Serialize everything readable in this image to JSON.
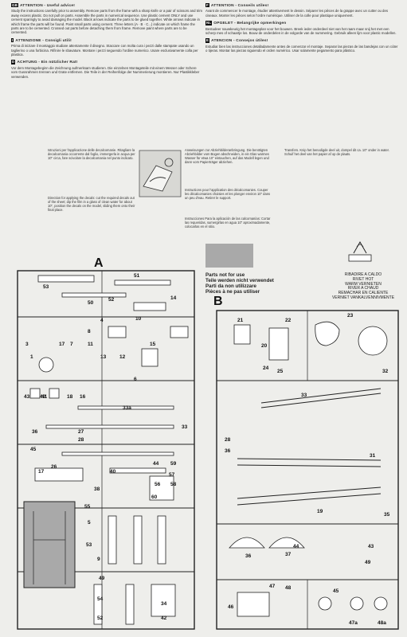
{
  "sections_top": [
    {
      "flag": "GB",
      "title": "ATTENTION - Useful advice!",
      "body": "Study the instructions carefully prior to assembly. Remove parts from the frame with a sharp knife or a pair of scissors and trim away excess plastic. Do not pull on parts. Assemble the parts in numerical sequence. Use plastic cement ONLY and use cement sparingly to avoid damaging the model. Black arrows indicate the parts to be glued together. White arrows indicate in which frame the parts will be found. Paint small parts using cement. Three letters (A · B · C...) indicate on which frame the parts are to be cemented. Crossed out parts before detaching them from frame. Remove paint where parts are to be cemented."
    },
    {
      "flag": "I",
      "title": "ATTENZIONE - Consigli utili!",
      "body": "Prima di iniziare il montaggio studiare attentamente il disegno. Staccare con molta cura i pezzi dalle stampate usando un taglierino o una forbicina. Rifinire le sbavature. Montare i pezzi seguendo l'ordine numerico. Usare esclusivamente colla per plastica."
    },
    {
      "flag": "D",
      "title": "ACHTUNG - Ein nützlicher Rat!",
      "body": "Vor dem Montagebeginn die Zeichnung aufmerksam studieren. Die einzelnen Montageteile mit einem Messer oder Schere vom Gussrahmen trennen und Grate entfernen. Die Teile in der Reihenfolge der Nummerierung montieren. Nur Plastikkleber verwenden."
    },
    {
      "flag": "F",
      "title": "ATTENTION - Conseils utiles!",
      "body": "Avant de commencer le montage, étudier attentivement le dessin. Séparer les pièces de la grappe avec un cutter ou des ciseaux. Monter les pièces selon l'ordre numérique. Utiliser de la colle pour plastique uniquement."
    },
    {
      "flag": "NL",
      "title": "OPGELET - Belangrijke opmerkingen",
      "body": "Bestudeer nauwkeurig het montageplan voor het bouwen. Breek ieder onderdeel niet van het raam maar snij het met een scherp mes of schaartje los. Bouw de onderdelen in de volgorde van de nummering. Gebruik alleen lijm voor plastic modellen."
    },
    {
      "flag": "E",
      "title": "ATENCION - Consejos útiles!",
      "body": "Estudiar bien las instrucciones detalladamente antes de comenzar el montaje. Separar las piezas de las bandejas con un cúter o tijeras. Montar las piezas siguiendo el orden numérico. Usar solamente pegamento para plástico."
    }
  ],
  "decal_sections": [
    {
      "lang": "I",
      "text": "Istruzioni per l'applicazione delle decalcomanie. Ritagliare la decalcomania occorrente dal foglio, immergerla in acqua per 10\" circa, fare scivolare la decalcomania nel punto indicato."
    },
    {
      "lang": "D",
      "text": "Anweisungen zur Abziehbilderanbringung. Die benötigten Abziehbilder vom Bogen abschneiden, in ein Glas warmes Wasser für etwa 10\" eintauchen, auf das Modell legen und dann vom Papierträger abziehen."
    },
    {
      "lang": "NL",
      "text": "Transfers. Knip het benodigde deel uit, dompel dit ca. 10\" onder in water. Schuif het deel van het papier af op de plaats."
    },
    {
      "lang": "GB",
      "text": "Direction for applying the decals: cut the required decals out of the sheet; dip the film in a glass of clean water for about 10\", position the decals on the model, sliding them onto their final place."
    },
    {
      "lang": "F",
      "text": "Instructions pour l'application des décalcomanies. Couper les décalcomanies choisies et les plonger environ 10\" dans un peu d'eau. Retirer le support."
    },
    {
      "lang": "E",
      "text": "Instrucciones Para la aplicación de las calcomanías: Cortar las requeridas, sumergirlas en agua 10\" aproximadamente, colocarlas en el sitio."
    }
  ],
  "parts_legend": {
    "lines": [
      "Parts not for use",
      "Teile werden nicht verwendet",
      "Parti da non utilizzare",
      "Pièces à ne pas utiliser"
    ]
  },
  "heat_legend": {
    "lines": [
      "RIBADIRE A CALDO",
      "RIVET HOT",
      "WARM VERNIETEN",
      "RIVER A CHAUD",
      "REMACHAR EN CALIENTE",
      "VERNIET VANKALVENNIVMENTE"
    ]
  },
  "sprues": {
    "a_label": "A",
    "b_label": "B",
    "a_numbers": [
      "53",
      "51",
      "50",
      "52",
      "14",
      "4",
      "10",
      "8",
      "7",
      "13",
      "12",
      "15",
      "18",
      "16",
      "43",
      "42",
      "1",
      "17",
      "11",
      "3",
      "6",
      "41",
      "33a",
      "33",
      "36",
      "27",
      "28",
      "45",
      "26",
      "17",
      "40",
      "44",
      "59",
      "57",
      "38",
      "56",
      "58",
      "60",
      "55",
      "5",
      "53",
      "9",
      "49",
      "54",
      "52",
      "42",
      "34"
    ],
    "b_numbers": [
      "21",
      "22",
      "23",
      "20",
      "24",
      "25",
      "32",
      "33",
      "28",
      "36",
      "31",
      "19",
      "35",
      "43",
      "37",
      "49",
      "36",
      "44",
      "47",
      "48",
      "46",
      "45",
      "47a",
      "48a"
    ]
  },
  "colors": {
    "background": "#eeeeeb",
    "gray_swatch": "#a9a9a9",
    "ink": "#1a1a1a"
  }
}
